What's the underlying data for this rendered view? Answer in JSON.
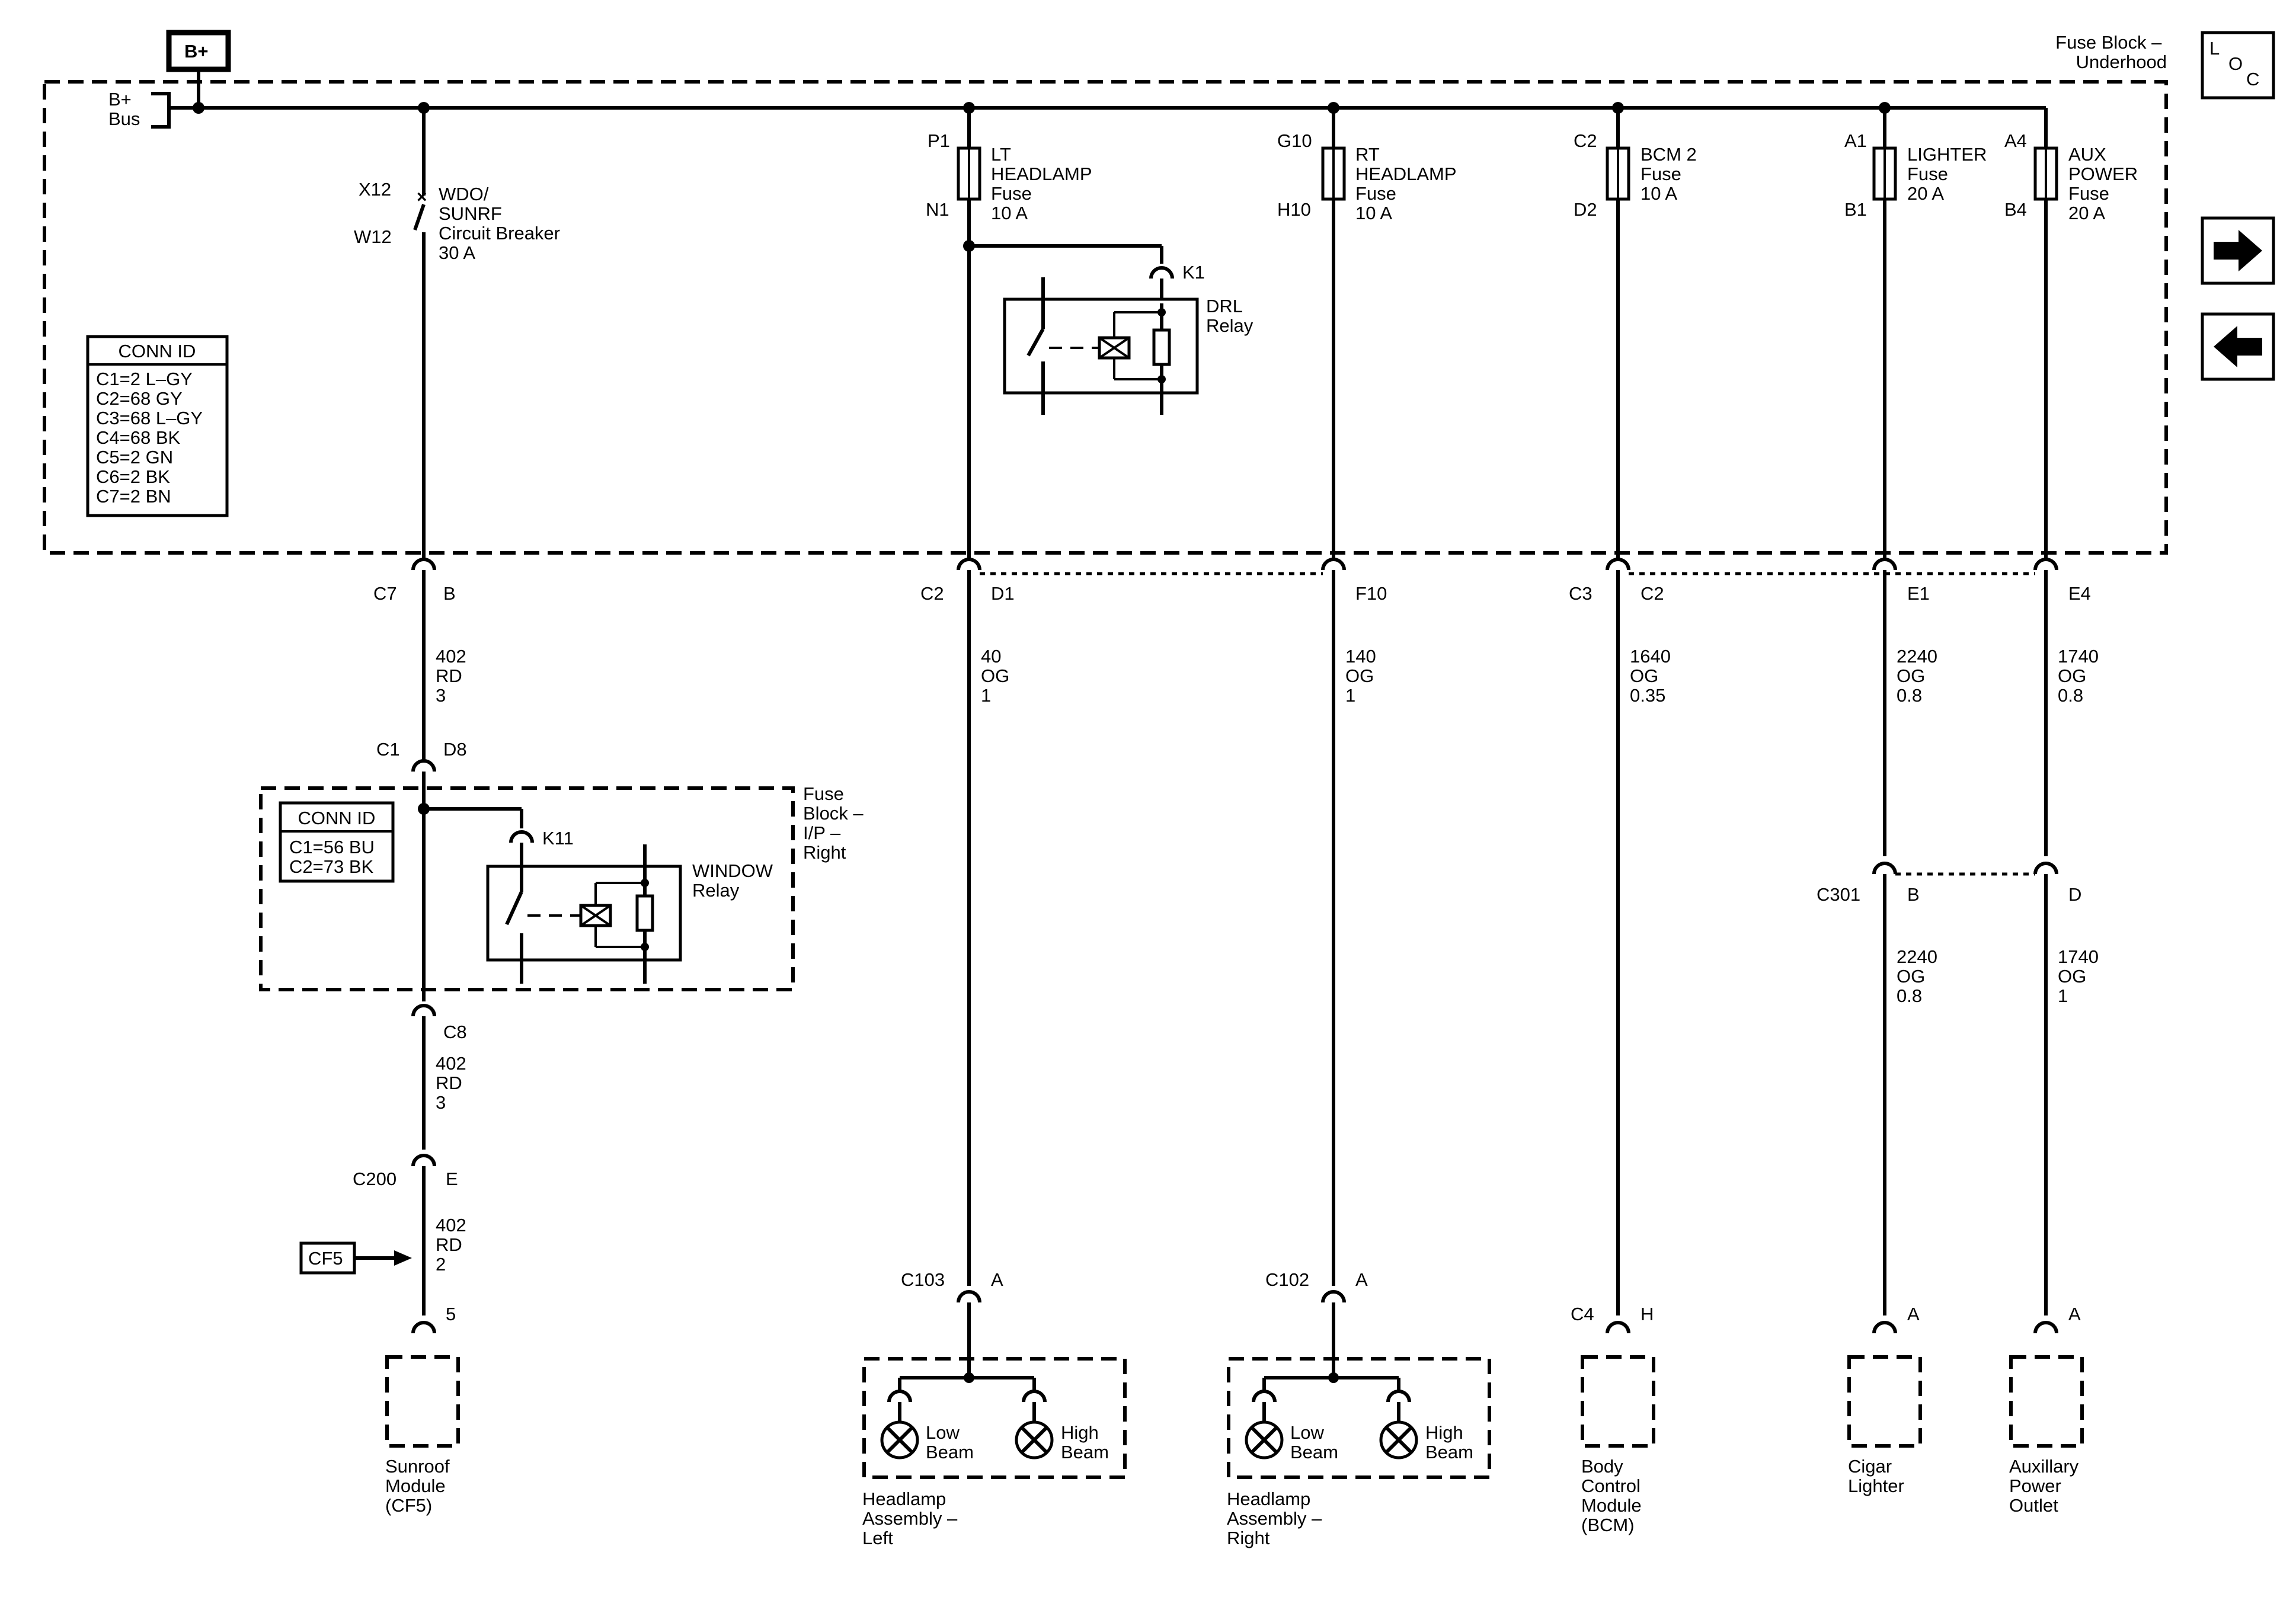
{
  "nav": {
    "loc_letters": [
      "L",
      "O",
      "C"
    ],
    "next_icon": "right-arrow-icon",
    "prev_icon": "left-arrow-icon"
  },
  "power": {
    "source": "B+",
    "bus": [
      "B+",
      "Bus"
    ]
  },
  "fuse_block_underhood": [
    "Fuse Block –",
    "Underhood"
  ],
  "fuse_block_ip": [
    "Fuse",
    "Block –",
    "I/P –",
    "Right"
  ],
  "conn_id_underhood": {
    "title": "CONN ID",
    "rows": [
      "C1=2 L–GY",
      "C2=68 GY",
      "C3=68 L–GY",
      "C4=68 BK",
      "C5=2 GN",
      "C6=2 BK",
      "C7=2 BN"
    ]
  },
  "conn_id_ip": {
    "title": "CONN ID",
    "rows": [
      "C1=56 BU",
      "C2=73 BK"
    ]
  },
  "breaker": {
    "top_pin": "X12",
    "bottom_pin": "W12",
    "label": [
      "WDO/",
      "SUNRF",
      "Circuit Breaker",
      "30 A"
    ]
  },
  "fuses": [
    {
      "top_pin": "P1",
      "bottom_pin": "N1",
      "label": [
        "LT",
        "HEADLAMP",
        "Fuse",
        "10 A"
      ]
    },
    {
      "top_pin": "G10",
      "bottom_pin": "H10",
      "label": [
        "RT",
        "HEADLAMP",
        "Fuse",
        "10 A"
      ]
    },
    {
      "top_pin": "C2",
      "bottom_pin": "D2",
      "label": [
        "BCM 2",
        "Fuse",
        "10 A"
      ]
    },
    {
      "top_pin": "A1",
      "bottom_pin": "B1",
      "label": [
        "LIGHTER",
        "Fuse",
        "20 A"
      ]
    },
    {
      "top_pin": "A4",
      "bottom_pin": "B4",
      "label": [
        "AUX",
        "POWER",
        "Fuse",
        "20 A"
      ]
    }
  ],
  "relays": {
    "drl": {
      "pin": "K1",
      "label": [
        "DRL",
        "Relay"
      ]
    },
    "window": {
      "pin": "K11",
      "label": [
        "WINDOW",
        "Relay"
      ]
    }
  },
  "connectors": {
    "c7": {
      "conn": "C7",
      "pin": "B"
    },
    "c2": {
      "conn": "C2",
      "pin": "D1"
    },
    "f10": {
      "pin": "F10"
    },
    "c3": {
      "conn": "C3",
      "pin": "C2"
    },
    "e1": {
      "pin": "E1"
    },
    "e4": {
      "pin": "E4"
    },
    "c1": {
      "conn": "C1",
      "pin": "D8"
    },
    "c8": {
      "pin": "C8"
    },
    "c200": {
      "conn": "C200",
      "pin": "E"
    },
    "sunroof_pin": {
      "pin": "5"
    },
    "c103": {
      "conn": "C103",
      "pin": "A"
    },
    "c102": {
      "conn": "C102",
      "pin": "A"
    },
    "c4": {
      "conn": "C4",
      "pin": "H"
    },
    "c301": {
      "conn": "C301",
      "pin_b": "B",
      "pin_d": "D"
    },
    "lighter_pin": {
      "pin": "A"
    },
    "aux_pin": {
      "pin": "A"
    }
  },
  "wires": {
    "sunroof_1": [
      "402",
      "RD",
      "3"
    ],
    "sunroof_2": [
      "402",
      "RD",
      "3"
    ],
    "sunroof_3": [
      "402",
      "RD",
      "2"
    ],
    "lt_headlamp": [
      "40",
      "OG",
      "1"
    ],
    "rt_headlamp": [
      "140",
      "OG",
      "1"
    ],
    "bcm": [
      "1640",
      "OG",
      "0.35"
    ],
    "lighter_1": [
      "2240",
      "OG",
      "0.8"
    ],
    "aux_1": [
      "1740",
      "OG",
      "0.8"
    ],
    "lighter_2": [
      "2240",
      "OG",
      "0.8"
    ],
    "aux_2": [
      "1740",
      "OG",
      "1"
    ]
  },
  "cross_ref": {
    "label": "CF5"
  },
  "components": {
    "sunroof": [
      "Sunroof",
      "Module",
      "(CF5)"
    ],
    "headlamp_left": [
      "Headlamp",
      "Assembly –",
      "Left"
    ],
    "headlamp_right": [
      "Headlamp",
      "Assembly –",
      "Right"
    ],
    "bcm": [
      "Body",
      "Control",
      "Module",
      "(BCM)"
    ],
    "lighter": [
      "Cigar",
      "Lighter"
    ],
    "aux": [
      "Auxillary",
      "Power",
      "Outlet"
    ]
  },
  "bulbs": {
    "low": [
      "Low",
      "Beam"
    ],
    "high": [
      "High",
      "Beam"
    ]
  }
}
